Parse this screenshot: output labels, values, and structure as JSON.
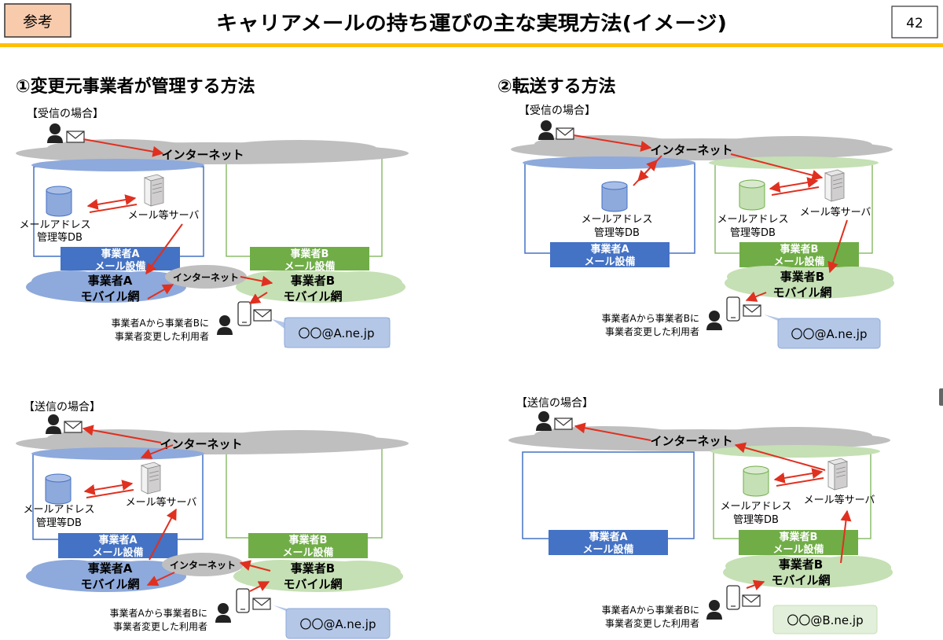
{
  "header": {
    "badge": "参考",
    "title": "キャリアメールの持ち運びの主な実現方法(イメージ)",
    "page_number": "42"
  },
  "sections": {
    "left_title": "①変更元事業者が管理する方法",
    "right_title": "②転送する方法"
  },
  "panels": {
    "receive_label": "【受信の場合】",
    "send_label": "【送信の場合】"
  },
  "labels": {
    "internet": "インターネット",
    "mail_server": "メール等サーバ",
    "db_line1": "メールアドレス",
    "db_line2": "管理等DB",
    "carrier_a_line1": "事業者A",
    "carrier_a_line2": "メール設備",
    "carrier_b_line1": "事業者B",
    "carrier_b_line2": "メール設備",
    "mobile_a_line1": "事業者A",
    "mobile_a_line2": "モバイル網",
    "mobile_b_line1": "事業者B",
    "mobile_b_line2": "モバイル網",
    "user_line1": "事業者Aから事業者Bに",
    "user_line2": "事業者変更した利用者",
    "address_a": "〇〇@A.ne.jp",
    "address_b": "〇〇@B.ne.jp"
  },
  "colors": {
    "blue_equipment": "#4472c4",
    "green_equipment": "#70ad47",
    "blue_cloud": "#8ea9db",
    "green_cloud": "#c5e0b4",
    "grey_cloud": "#bfbfbf",
    "arrow": "#e03020",
    "badge_fill": "#f8cbad",
    "bubble_blue": "#b4c7e7",
    "bubble_green": "#e2efda",
    "header_line": "#ffc000"
  }
}
